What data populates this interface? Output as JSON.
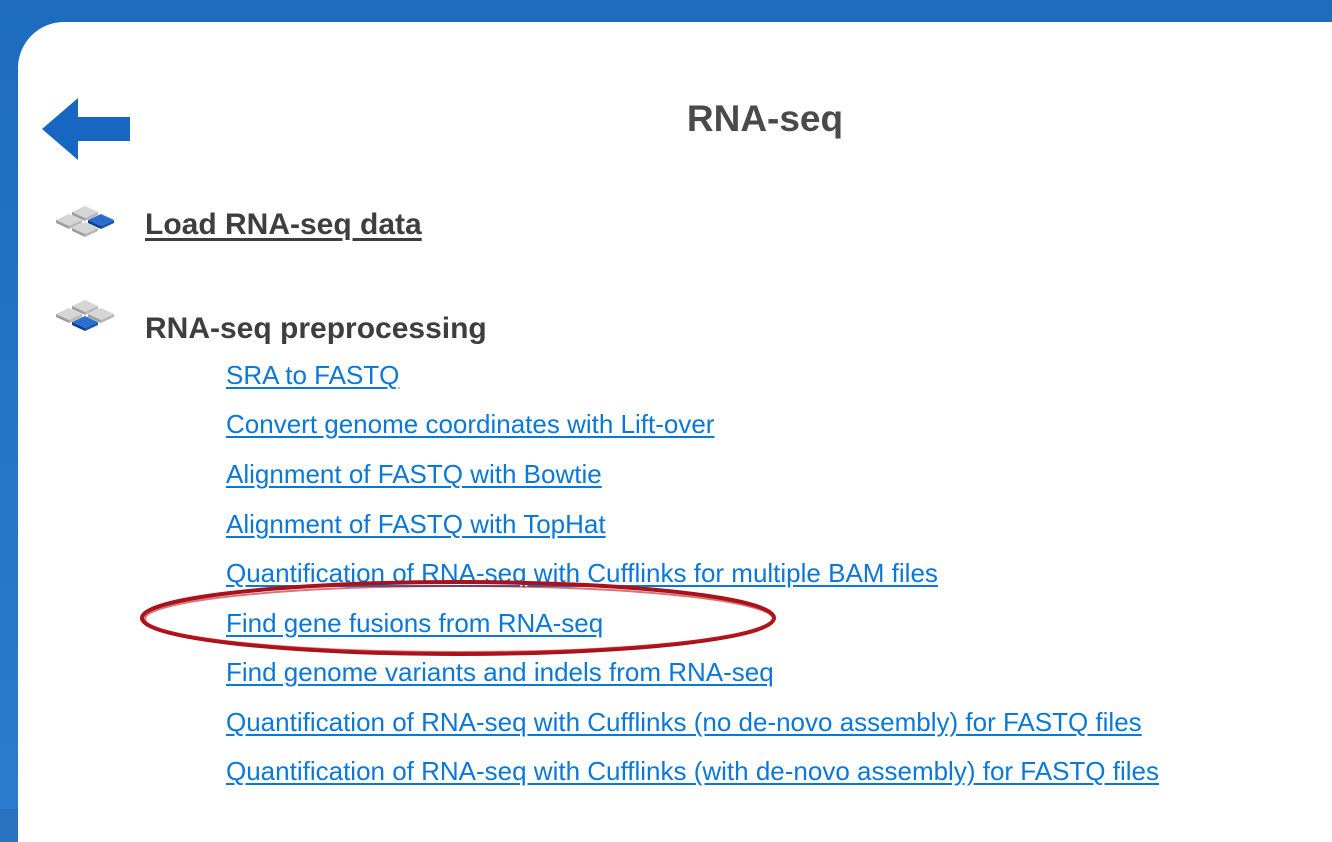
{
  "page": {
    "title": "RNA-seq"
  },
  "nav": {
    "back_icon": "left-arrow-icon"
  },
  "sections": {
    "load": {
      "icon": "diamond-tiles-icon",
      "label": "Load RNA-seq data"
    },
    "preprocessing": {
      "icon": "diamond-tiles-icon",
      "label": "RNA-seq preprocessing",
      "items": [
        "SRA to FASTQ",
        "Convert genome coordinates with Lift-over",
        "Alignment of FASTQ with Bowtie",
        "Alignment of FASTQ with TopHat",
        "Quantification of RNA-seq with Cufflinks for multiple BAM files",
        "Find gene fusions from RNA-seq",
        "Find genome variants and indels from RNA-seq",
        "Quantification of RNA-seq with Cufflinks (no de-novo assembly) for FASTQ files",
        "Quantification of RNA-seq with Cufflinks (with de-novo assembly) for FASTQ files"
      ]
    }
  },
  "highlight": {
    "item": "Find gene fusions from RNA-seq",
    "color": "#a8121a"
  },
  "colors": {
    "frame": "#2a73c0",
    "link": "#0b78d8",
    "heading": "#3e3e3e",
    "arrow": "#1767c2"
  }
}
